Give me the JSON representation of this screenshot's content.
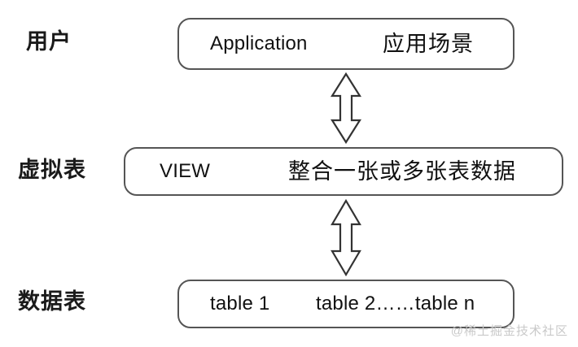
{
  "diagram": {
    "background_color": "#ffffff",
    "box_border_color": "#555555",
    "text_color": "#111111",
    "rows": [
      {
        "label": "用户",
        "box": {
          "primary": "Application",
          "secondary": "应用场景"
        }
      },
      {
        "label": "虚拟表",
        "box": {
          "primary": "VIEW",
          "secondary": "整合一张或多张表数据"
        }
      },
      {
        "label": "数据表",
        "box": {
          "primary": "table 1",
          "secondary": "table 2……table n"
        }
      }
    ],
    "connectors": [
      {
        "name": "application-to-view",
        "type": "double-headed-arrow",
        "direction": "vertical"
      },
      {
        "name": "view-to-tables",
        "type": "double-headed-arrow",
        "direction": "vertical"
      }
    ]
  },
  "watermark": {
    "text": "@稀土掘金技术社区",
    "color": "#c9c9c9"
  }
}
